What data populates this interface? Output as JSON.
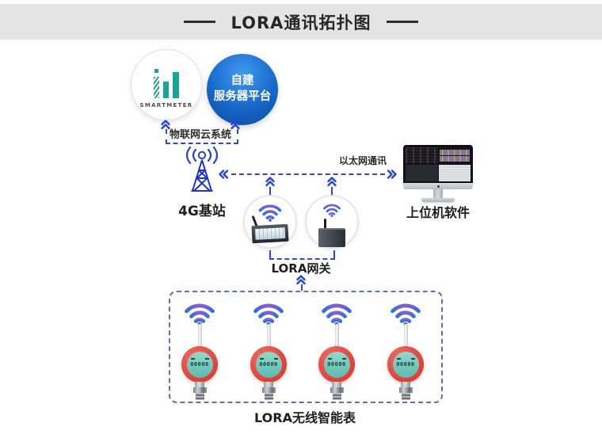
{
  "header": {
    "title": "LORA通讯拓扑图"
  },
  "cloud_platform": {
    "brand_logo": "SMARTMETER",
    "server_circle": {
      "line1": "自建",
      "line2": "服务器平台"
    },
    "label": "物联网云系统"
  },
  "base_station": {
    "label": "4G基站"
  },
  "ethernet_link": {
    "label": "以太网通讯"
  },
  "host_computer": {
    "label": "上位机软件"
  },
  "lora_gateway": {
    "label": "LORA网关",
    "count": 2
  },
  "smart_meters": {
    "label": "LORA无线智能表",
    "count": 4,
    "lcd_text": "00000"
  },
  "icons": {
    "wifi": "wifi-signal-icon",
    "tower": "antenna-tower-icon",
    "chevrons": [
      "chevron-up-arrows-icon",
      "chevron-left-arrows-icon",
      "chevron-right-arrows-icon"
    ],
    "monitor": "desktop-monitor-icon"
  },
  "colors": {
    "header_band": "#e4e4e4",
    "link_blue": "#2b49e0",
    "box_dash_blue": "#5a6ae0",
    "server_blue_light": "#3f9af0",
    "server_blue_dark": "#0a4aa0",
    "brand_teal": "#18a496",
    "meter_red": "#e8463c",
    "lcd_teal": "#6cc5b8",
    "wifi_purple": "#8d5cc9",
    "wifi_blue": "#2e6ceb"
  }
}
